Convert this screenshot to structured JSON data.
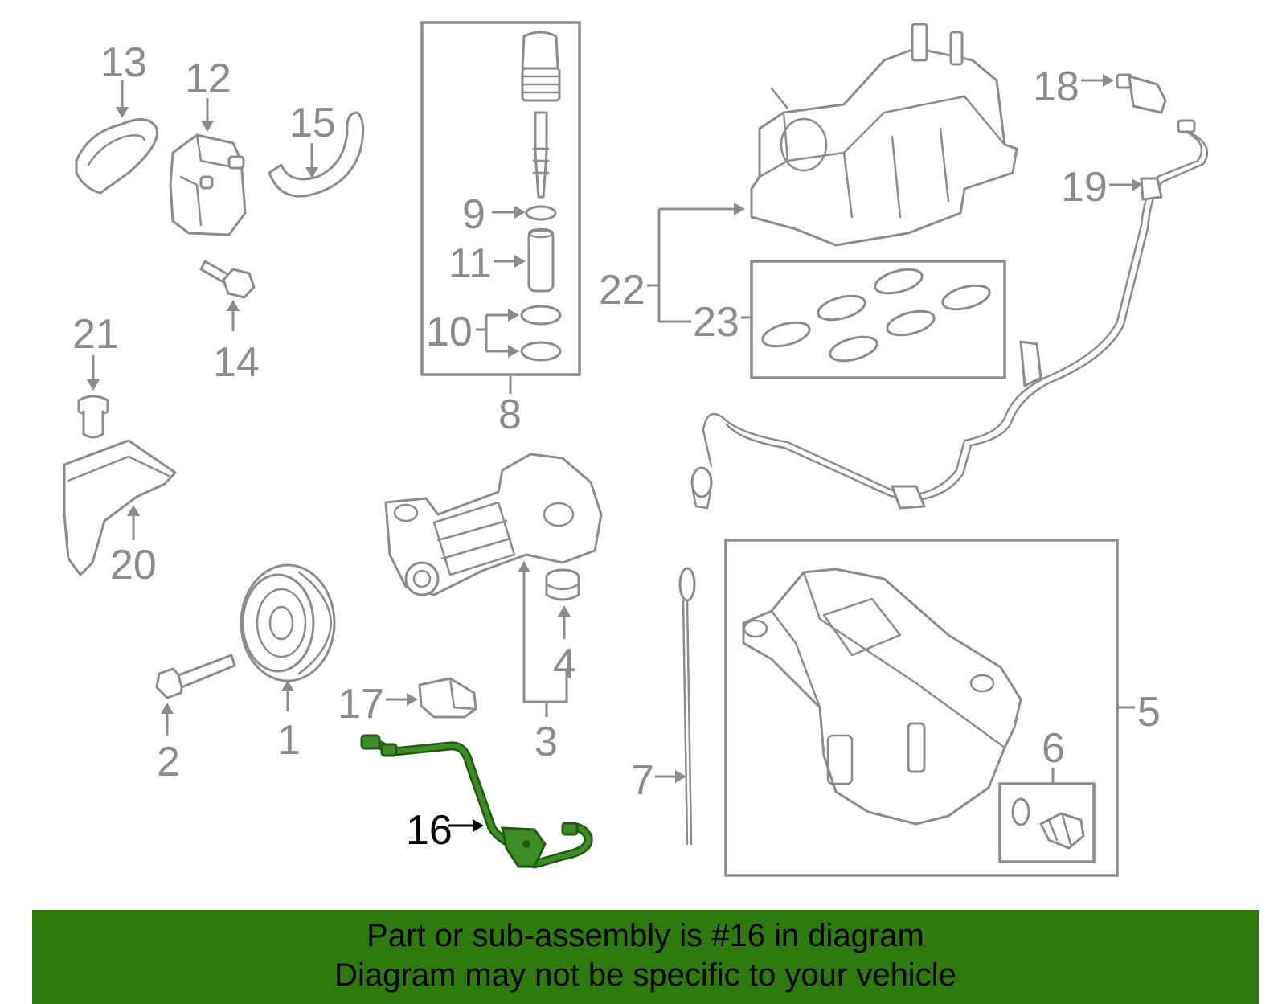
{
  "diagram": {
    "callouts": {
      "c1": "1",
      "c2": "2",
      "c3": "3",
      "c4": "4",
      "c5": "5",
      "c6": "6",
      "c7": "7",
      "c8": "8",
      "c9": "9",
      "c10": "10",
      "c11": "11",
      "c12": "12",
      "c13": "13",
      "c14": "14",
      "c15": "15",
      "c16": "16",
      "c17": "17",
      "c18": "18",
      "c19": "19",
      "c20": "20",
      "c21": "21",
      "c22": "22",
      "c23": "23"
    },
    "highlighted_part": "16",
    "colors": {
      "line_art": "#8c8c8c",
      "highlight": "#3e8c25",
      "banner": "#2e7a0f"
    }
  },
  "banner": {
    "line1": "Part or sub-assembly is #16 in diagram",
    "line2": "Diagram may not be specific to your vehicle"
  }
}
